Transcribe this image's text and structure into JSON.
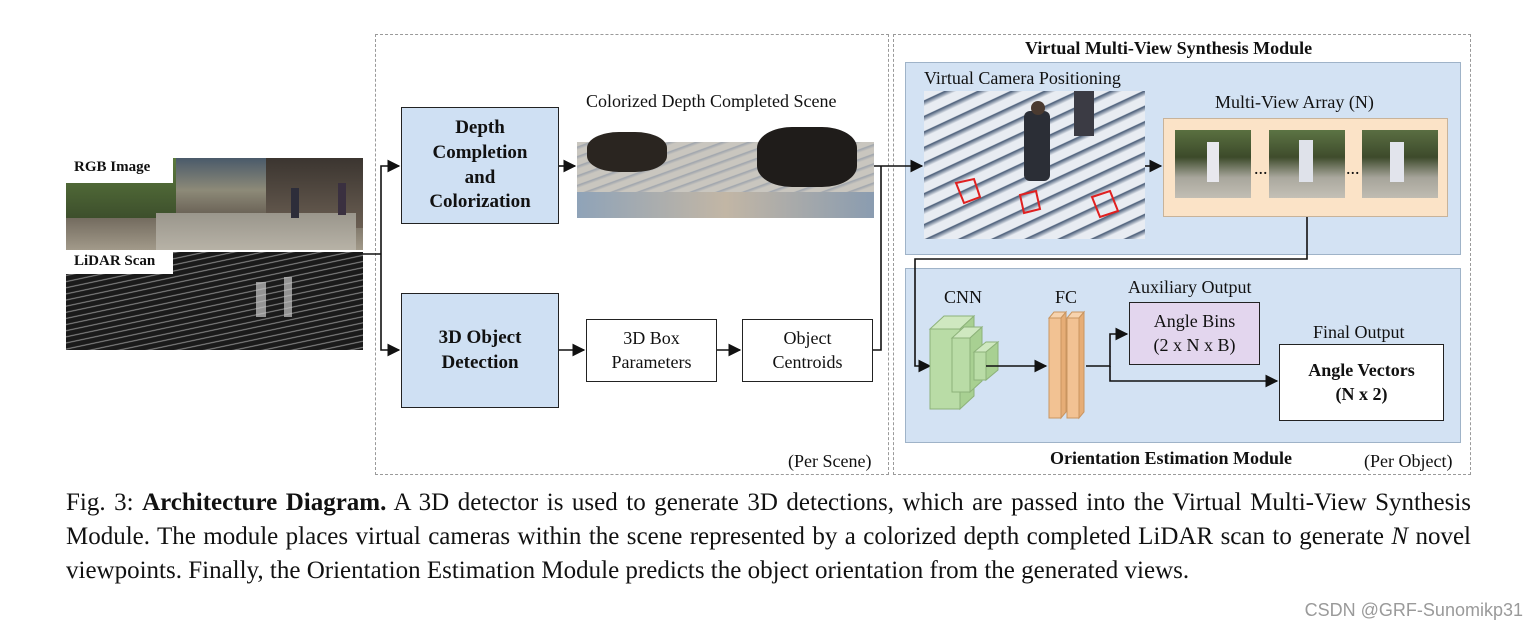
{
  "inputs": {
    "rgb_label": "RGB Image",
    "lidar_label": "LiDAR Scan"
  },
  "per_scene": {
    "depth_box_label": "Depth Completion and Colorization",
    "colorized_scene_label": "Colorized Depth Completed Scene",
    "detection_box_label": "3D Object Detection",
    "box_params_label": "3D Box Parameters",
    "object_centroids_label": "Object Centroids",
    "corner_label": "(Per Scene)"
  },
  "synthesis": {
    "title": "Virtual Multi-View Synthesis Module",
    "camera_positioning_label": "Virtual Camera Positioning",
    "multi_view_label": "Multi-View Array (N)",
    "ellipsis": "..."
  },
  "orientation": {
    "cnn_label": "CNN",
    "fc_label": "FC",
    "aux_output_label": "Auxiliary Output",
    "angle_bins_line1": "Angle Bins",
    "angle_bins_line2": "(2 x N x B)",
    "final_output_label": "Final Output",
    "angle_vectors_line1": "Angle Vectors",
    "angle_vectors_line2": "(N x 2)",
    "title": "Orientation Estimation Module",
    "corner_label": "(Per Object)"
  },
  "caption": {
    "prefix": "Fig. 3: ",
    "bold": "Architecture Diagram.",
    "part1": " A 3D detector is used to generate 3D detections, which are passed into the Virtual Multi-View Synthesis Module. The module places virtual cameras within the scene represented by a colorized depth completed LiDAR scan to generate ",
    "italic": "N",
    "part2": " novel viewpoints. Finally, the Orientation Estimation Module predicts the object orientation from the generated views."
  },
  "watermark": "CSDN @GRF-Sunomikp31",
  "colors": {
    "panel_blue": "#d3e2f3",
    "box_blue": "#cfe0f3",
    "cnn_green": "#b9dca6",
    "fc_orange": "#f2c293",
    "bins_purple": "#e3d6ee",
    "array_bg": "#fbe3c7"
  }
}
